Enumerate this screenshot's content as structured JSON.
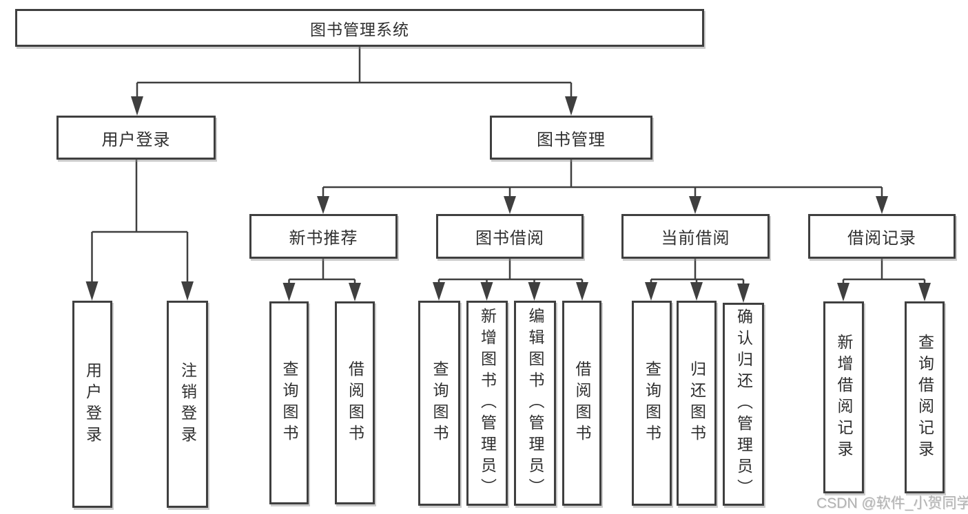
{
  "diagram": {
    "colors": {
      "line": "#3f3f3f",
      "box_border": "#3f3f3f",
      "box_background": "#ffffff",
      "text": "#2f2f2f",
      "watermark": "#b3b3b3",
      "page_background": "#ffffff"
    },
    "nodes": {
      "root": {
        "label": "图书管理系统"
      },
      "user_login": {
        "label": "用户登录"
      },
      "book_mgmt": {
        "label": "图书管理"
      },
      "new_book_rec": {
        "label": "新书推荐"
      },
      "book_borrowing": {
        "label": "图书借阅"
      },
      "current_borrowing": {
        "label": "当前借阅"
      },
      "borrowing_records": {
        "label": "借阅记录"
      },
      "leaf_user_login": {
        "label": "用户登录"
      },
      "leaf_logout": {
        "label": "注销登录"
      },
      "nbr_query_books": {
        "label": "查询图书"
      },
      "nbr_borrow_books": {
        "label": "借阅图书"
      },
      "bb_query_books": {
        "label": "查询图书"
      },
      "bb_add_books": {
        "label": "新增图书（管理员）"
      },
      "bb_edit_books": {
        "label": "编辑图书（管理员）"
      },
      "bb_borrow_books": {
        "label": "借阅图书"
      },
      "cb_query_books": {
        "label": "查询图书"
      },
      "cb_return_books": {
        "label": "归还图书"
      },
      "cb_confirm_return": {
        "label": "确认归还（管理员）"
      },
      "br_add_record": {
        "label": "新增借阅记录"
      },
      "br_query_record": {
        "label": "查询借阅记录"
      }
    },
    "tree": {
      "图书管理系统": {
        "用户登录": [
          "用户登录",
          "注销登录"
        ],
        "图书管理": {
          "新书推荐": [
            "查询图书",
            "借阅图书"
          ],
          "图书借阅": [
            "查询图书",
            "新增图书（管理员）",
            "编辑图书（管理员）",
            "借阅图书"
          ],
          "当前借阅": [
            "查询图书",
            "归还图书",
            "确认归还（管理员）"
          ],
          "借阅记录": [
            "新增借阅记录",
            "查询借阅记录"
          ]
        }
      }
    },
    "watermark": {
      "text": "CSDN @软件_小贺同学"
    }
  }
}
